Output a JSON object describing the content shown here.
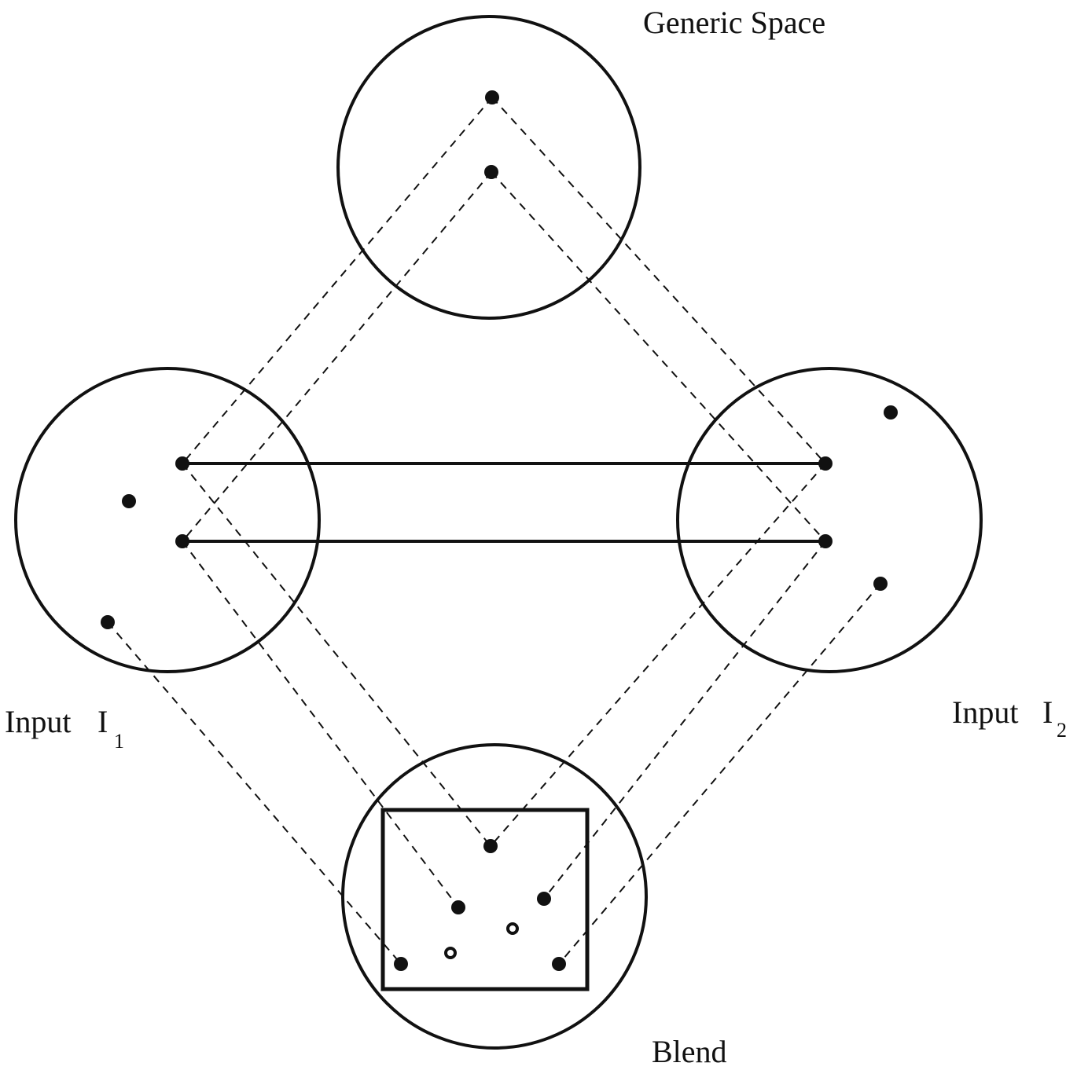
{
  "labels": {
    "generic": "Generic Space",
    "input1": "Input",
    "input1_sym": "I",
    "input1_sub": "1",
    "input2": "Input",
    "input2_sym": "I",
    "input2_sub": "2",
    "blend": "Blend"
  }
}
